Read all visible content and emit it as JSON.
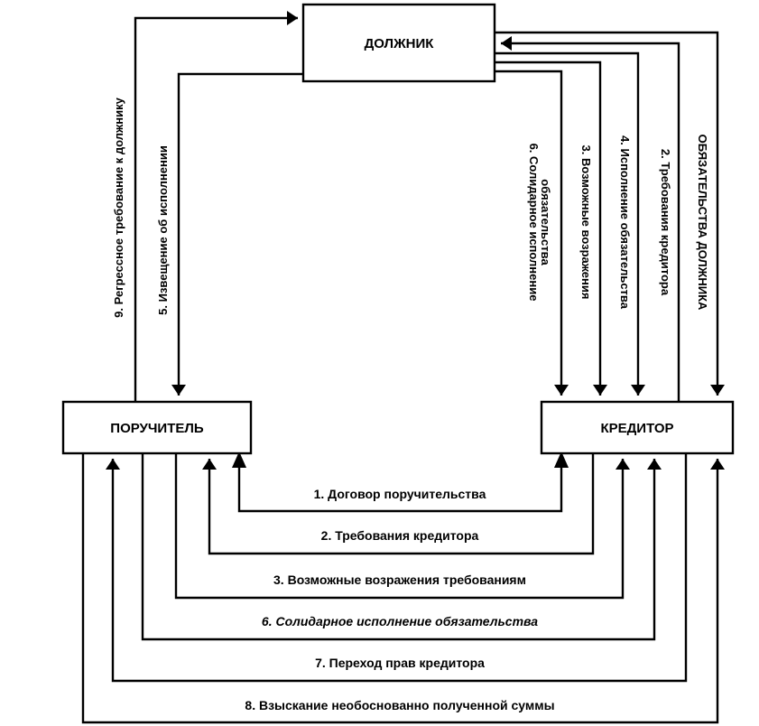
{
  "nodes": {
    "debtor": "ДОЛЖНИК",
    "guarantor": "ПОРУЧИТЕЛЬ",
    "creditor": "КРЕДИТОР"
  },
  "left_labels": {
    "regress": "9. Регрессное требование к должнику",
    "notice": "5. Извещение об исполнении"
  },
  "right_labels": {
    "solidary_1": "6. Солидарное исполнение",
    "solidary_2": "обязательства",
    "objections": "3. Возможные возражения",
    "performance": "4. Исполнение обязательства",
    "claims": "2. Требования кредитора",
    "debtor_obligations": "ОБЯЗАТЕЛЬСТВА ДОЛЖНИКА"
  },
  "bottom_labels": {
    "contract": "1. Договор поручительства",
    "claims": "2. Требования кредитора",
    "objections": "3. Возможные возражения требованиям",
    "solidary": "6. Солидарное исполнение обязательства",
    "transfer": "7. Переход прав кредитора",
    "recovery": "8. Взыскание необоснованно полученной суммы"
  }
}
